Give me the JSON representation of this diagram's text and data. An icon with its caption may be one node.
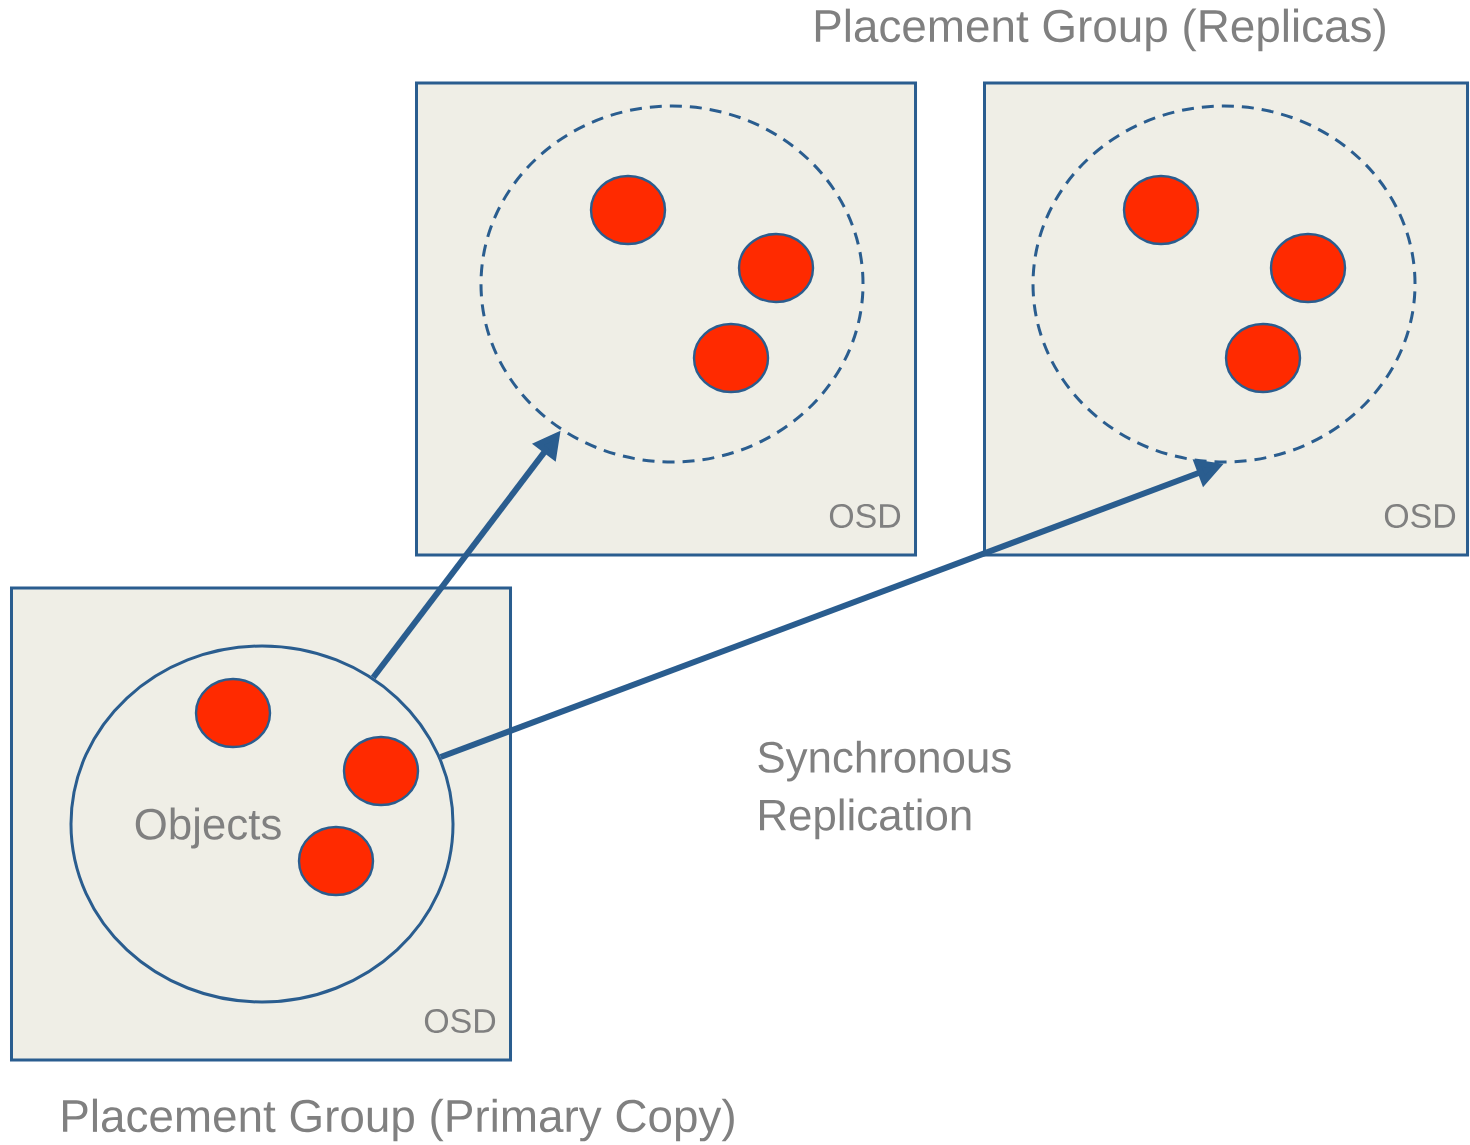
{
  "diagram": {
    "nodes": [
      {
        "text": [
          "OSD"
        ]
      },
      {
        "text": [],
        "shape": "circle",
        "in": 0
      },
      {
        "text": [],
        "shape": "circle",
        "in": 1
      },
      {
        "text": [],
        "shape": "circle",
        "in": 1
      },
      {
        "text": [],
        "shape": "circle",
        "in": 1
      },
      {
        "text": [
          "OSD"
        ]
      },
      {
        "text": [],
        "shape": "circle",
        "in": 5
      },
      {
        "text": [],
        "shape": "circle",
        "in": 6
      },
      {
        "text": [],
        "shape": "circle",
        "in": 6
      },
      {
        "text": [],
        "shape": "circle",
        "in": 6
      },
      {
        "text": [
          "OSD"
        ]
      },
      {
        "text": [
          "Objects"
        ],
        "in": 10
      },
      {
        "text": [],
        "shape": "circle",
        "in": 11
      },
      {
        "text": [],
        "shape": "circle",
        "in": 11
      },
      {
        "text": [],
        "shape": "circle",
        "in": 11
      }
    ],
    "edges": [
      {
        "from": 11,
        "to": 1,
        "arrow": "to"
      },
      {
        "from": 11,
        "to": 6,
        "arrow": "to",
        "label": "Synchronous Replication"
      }
    ],
    "labels": [
      "Placement Group (Replicas)",
      "Placement Group (Primary Copy)"
    ]
  }
}
